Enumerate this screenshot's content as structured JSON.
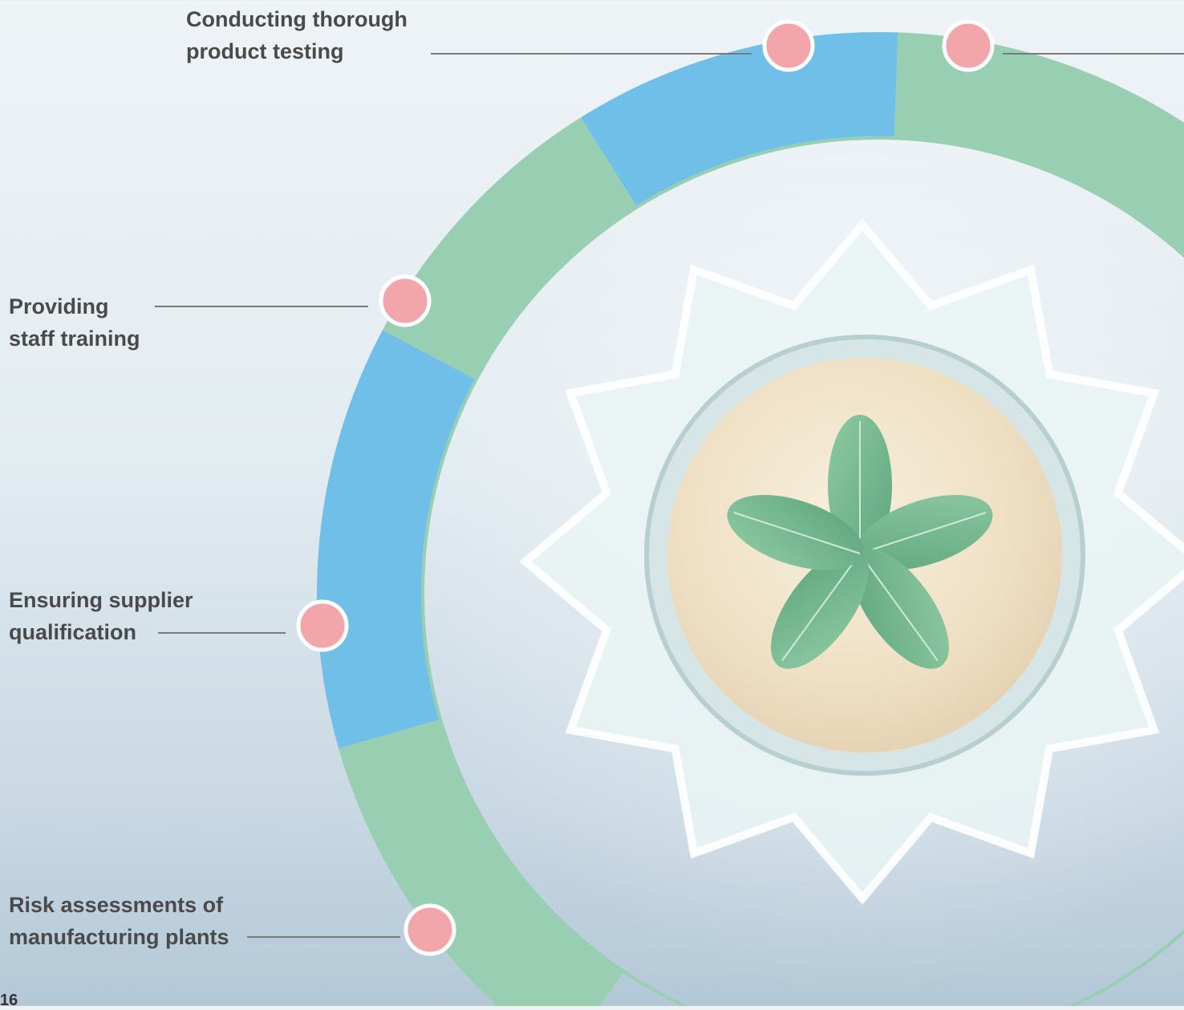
{
  "diagram": {
    "colors": {
      "green": "#98ceb2",
      "blue": "#70bfe8",
      "marker": "#f2a6aa",
      "marker_border": "#ffffff",
      "connector": "#7a7a7a",
      "label_text": "#4a4a4a"
    },
    "ring_segments": [
      {
        "name": "segment-green-top-right",
        "color": "green"
      },
      {
        "name": "segment-blue-right",
        "color": "blue"
      },
      {
        "name": "segment-blue-top",
        "color": "blue"
      },
      {
        "name": "segment-green-upper-left",
        "color": "green"
      },
      {
        "name": "segment-blue-left",
        "color": "blue"
      },
      {
        "name": "segment-green-bottom-left",
        "color": "green"
      }
    ],
    "steps": [
      {
        "label": "Conducting thorough\nproduct testing"
      },
      {
        "label": ""
      },
      {
        "label": "Providing\nstaff training"
      },
      {
        "label": "Ensuring supplier\nqualification"
      },
      {
        "label": "Risk assessments of\nmanufacturing plants"
      }
    ]
  },
  "footer": {
    "page_number": "16"
  }
}
